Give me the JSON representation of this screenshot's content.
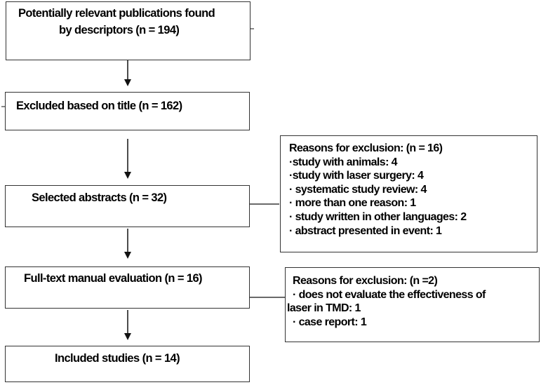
{
  "flow": {
    "identified": {
      "line1": "Potentially relevant publications  found",
      "line2": "by descriptors (n = 194)"
    },
    "excluded_title": "Excluded based on title (n = 162)",
    "selected_abstracts": "Selected abstracts  (n = 32)",
    "fulltext_evaluation": "Full-text manual evaluation  (n = 16)",
    "included_studies": "Included studies  (n = 14)"
  },
  "exclusions_abstracts": {
    "heading": "Reasons for exclusion: (n = 16)",
    "items": [
      "·study with animals: 4",
      "·study with laser surgery: 4",
      "· systematic study review: 4",
      "· more than one reason: 1",
      "· study written in other languages: 2",
      "· abstract presented in event: 1"
    ]
  },
  "exclusions_fulltext": {
    "heading": "Reasons for exclusion: (n =2)",
    "items": [
      "· does not evaluate the effectiveness of",
      "laser in TMD: 1",
      "· case report: 1"
    ]
  }
}
